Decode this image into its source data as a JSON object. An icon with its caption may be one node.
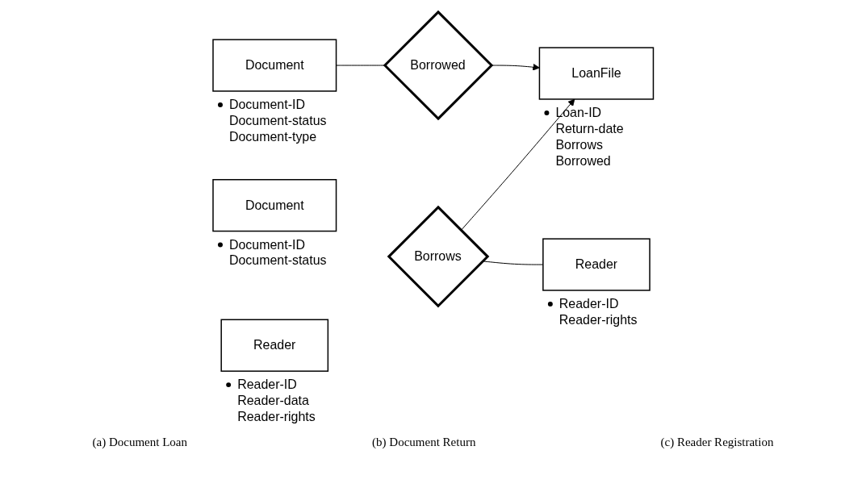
{
  "diagram": {
    "nodes": [
      {
        "text": [
          "Document"
        ],
        "beside": [
          "Document-ID",
          "Document-status",
          "Document-type"
        ]
      },
      {
        "text": [
          "Borrowed"
        ]
      },
      {
        "text": [
          "LoanFile"
        ],
        "beside": [
          "Loan-ID",
          "Return-date",
          "Borrows",
          "Borrowed"
        ]
      },
      {
        "text": [
          "Borrows"
        ]
      },
      {
        "text": [
          "Reader"
        ],
        "beside": [
          "Reader-ID",
          "Reader-rights"
        ]
      },
      {
        "text": [
          "Document"
        ],
        "beside": [
          "Document-ID",
          "Document-status"
        ]
      },
      {
        "text": [
          "Reader"
        ],
        "beside": [
          "Reader-ID",
          "Reader-data",
          "Reader-rights"
        ]
      }
    ],
    "edges": [
      {
        "from": 0,
        "to": 1,
        "arrow": "none"
      },
      {
        "from": 1,
        "to": 2,
        "arrow": "to"
      },
      {
        "from": 3,
        "to": 2,
        "arrow": "to"
      },
      {
        "from": 3,
        "to": 4,
        "arrow": "none"
      }
    ],
    "labels": [
      "(a) Document Loan",
      "(b) Document Return",
      "(c) Reader Registration"
    ]
  }
}
